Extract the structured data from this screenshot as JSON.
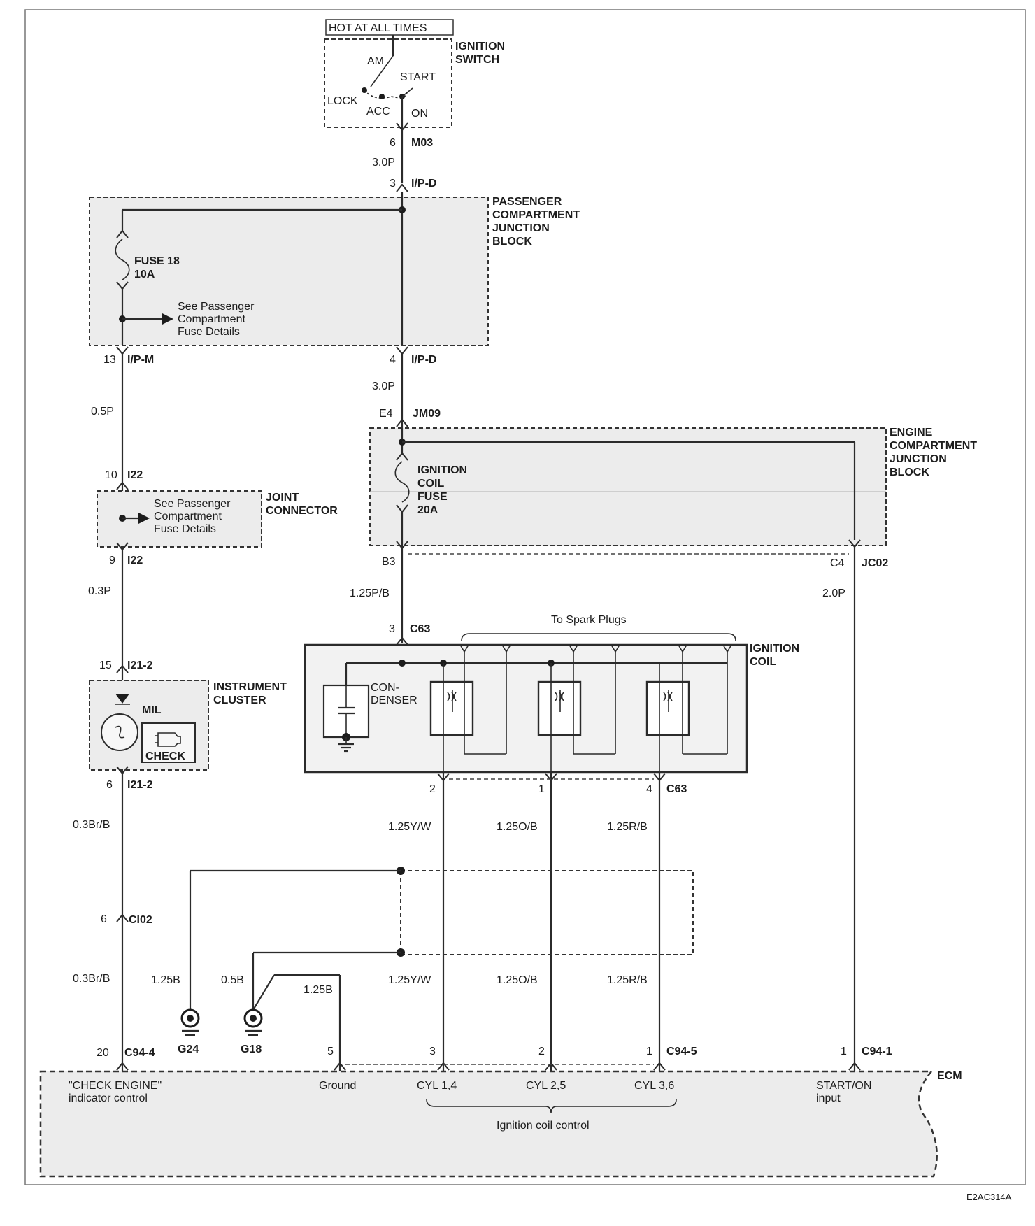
{
  "header": {
    "hot_at_all_times": "HOT AT ALL TIMES"
  },
  "ignition_switch": {
    "title_line1": "IGNITION",
    "title_line2": "SWITCH",
    "pos_am": "AM",
    "pos_start": "START",
    "pos_lock": "LOCK",
    "pos_acc": "ACC",
    "pos_on": "ON",
    "pin": "6",
    "connector": "M03",
    "wire": "3.0P"
  },
  "passenger_junction_block": {
    "title_lines": [
      "PASSENGER",
      "COMPARTMENT",
      "JUNCTION",
      "BLOCK"
    ],
    "in_pin": "3",
    "in_connector": "I/P-D",
    "fuse_name": "FUSE 18",
    "fuse_rating": "10A",
    "note_lines": [
      "See Passenger",
      "Compartment",
      "Fuse Details"
    ],
    "out_left_pin": "13",
    "out_left_connector": "I/P-M",
    "out_right_pin": "4",
    "out_right_connector": "I/P-D"
  },
  "left_branch": {
    "wire1": "0.5P",
    "i22_top_pin": "10",
    "i22_connector": "I22",
    "joint_title": [
      "JOINT",
      "CONNECTOR"
    ],
    "joint_note": [
      "See Passenger",
      "Compartment",
      "Fuse Details"
    ],
    "i22_bottom_pin": "9",
    "wire2": "0.3P",
    "cluster_in_pin": "15",
    "cluster_in_connector": "I21-2",
    "cluster_title": [
      "INSTRUMENT",
      "CLUSTER"
    ],
    "mil_label": "MIL",
    "check_label": "CHECK",
    "cluster_out_pin": "6",
    "cluster_out_connector": "I21-2",
    "wire3": "0.3Br/B",
    "ci02_pin": "6",
    "ci02_connector": "CI02",
    "wire4": "0.3Br/B",
    "ecm_pin": "20",
    "ecm_connector": "C94-4"
  },
  "center_branch": {
    "wire1": "3.0P",
    "jm09_pin": "E4",
    "jm09_connector": "JM09",
    "engine_block_title": [
      "ENGINE",
      "COMPARTMENT",
      "JUNCTION",
      "BLOCK"
    ],
    "fuse_lines": [
      "IGNITION",
      "COIL",
      "FUSE",
      "20A"
    ],
    "b3_pin": "B3",
    "c4_pin": "C4",
    "jc02_connector": "JC02",
    "wire2": "1.25P/B",
    "wire_start": "2.0P",
    "c63_in_pin": "3",
    "c63_connector": "C63"
  },
  "ignition_coil": {
    "title": [
      "IGNITION",
      "COIL"
    ],
    "spark_label": "To  Spark Plugs",
    "condenser": [
      "CON-",
      "DENSER"
    ],
    "out_pins": [
      "2",
      "1",
      "4"
    ],
    "out_connector": "C63",
    "wires_top": [
      "1.25Y/W",
      "1.25O/B",
      "1.25R/B"
    ],
    "wires_bottom": [
      "1.25Y/W",
      "1.25O/B",
      "1.25R/B"
    ]
  },
  "grounds": {
    "g24_wire": "1.25B",
    "g18_wire": "0.5B",
    "ground_wire": "1.25B",
    "g24": "G24",
    "g18": "G18"
  },
  "ecm": {
    "title": "ECM",
    "pins": [
      "5",
      "3",
      "2",
      "1"
    ],
    "connector_c945": "C94-5",
    "start_pin": "1",
    "start_connector": "C94-1",
    "check_engine_lines": [
      "\"CHECK ENGINE\"",
      "indicator control"
    ],
    "ground_label": "Ground",
    "cyl14": "CYL 1,4",
    "cyl25": "CYL 2,5",
    "cyl36": "CYL 3,6",
    "start_lines": [
      "START/ON",
      "input"
    ],
    "coil_control": "Ignition coil control"
  },
  "footer": {
    "code": "E2AC314A"
  }
}
